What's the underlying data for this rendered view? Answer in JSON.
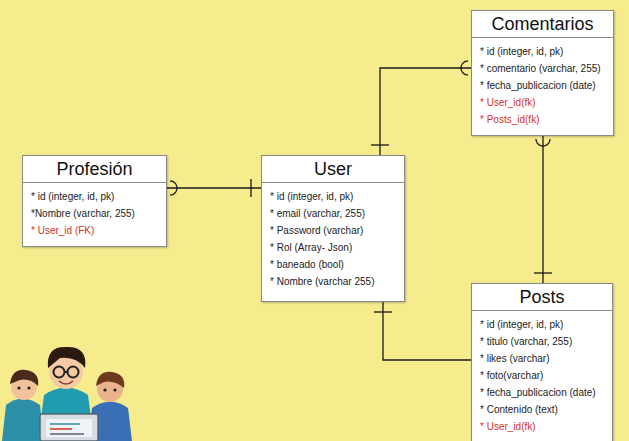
{
  "diagram": {
    "nodes": [
      {
        "text": [
          "Comentarios",
          "* id (integer, id, pk)",
          "* comentario (varchar, 255)",
          "* fecha_publicacion (date)",
          "* User_id(fk)",
          "* Posts_id(fk)"
        ]
      },
      {
        "text": [
          "Profesión",
          "* id (integer, id, pk)",
          "*Nombre (varchar, 255)",
          "* User_id (FK)"
        ]
      },
      {
        "text": [
          "User",
          "* id (integer, id, pk)",
          "* email (varchar, 255)",
          "* Password (varchar)",
          "* Rol (Array- Json)",
          "* baneado (bool)",
          "* Nombre (varchar 255)"
        ]
      },
      {
        "text": [
          "Posts",
          "* id (integer, id, pk)",
          "* titulo (varchar, 255)",
          "* likes (varchar)",
          "* foto(varchar)",
          "* fecha_publicacion (date)",
          "* Contenido (text)",
          "* User_id(fk)"
        ]
      }
    ],
    "edges": [
      {
        "from": 1,
        "to": 2,
        "arrow": "none"
      },
      {
        "from": 2,
        "to": 0,
        "arrow": "none"
      },
      {
        "from": 0,
        "to": 3,
        "arrow": "none"
      },
      {
        "from": 2,
        "to": 3,
        "arrow": "none"
      }
    ]
  }
}
